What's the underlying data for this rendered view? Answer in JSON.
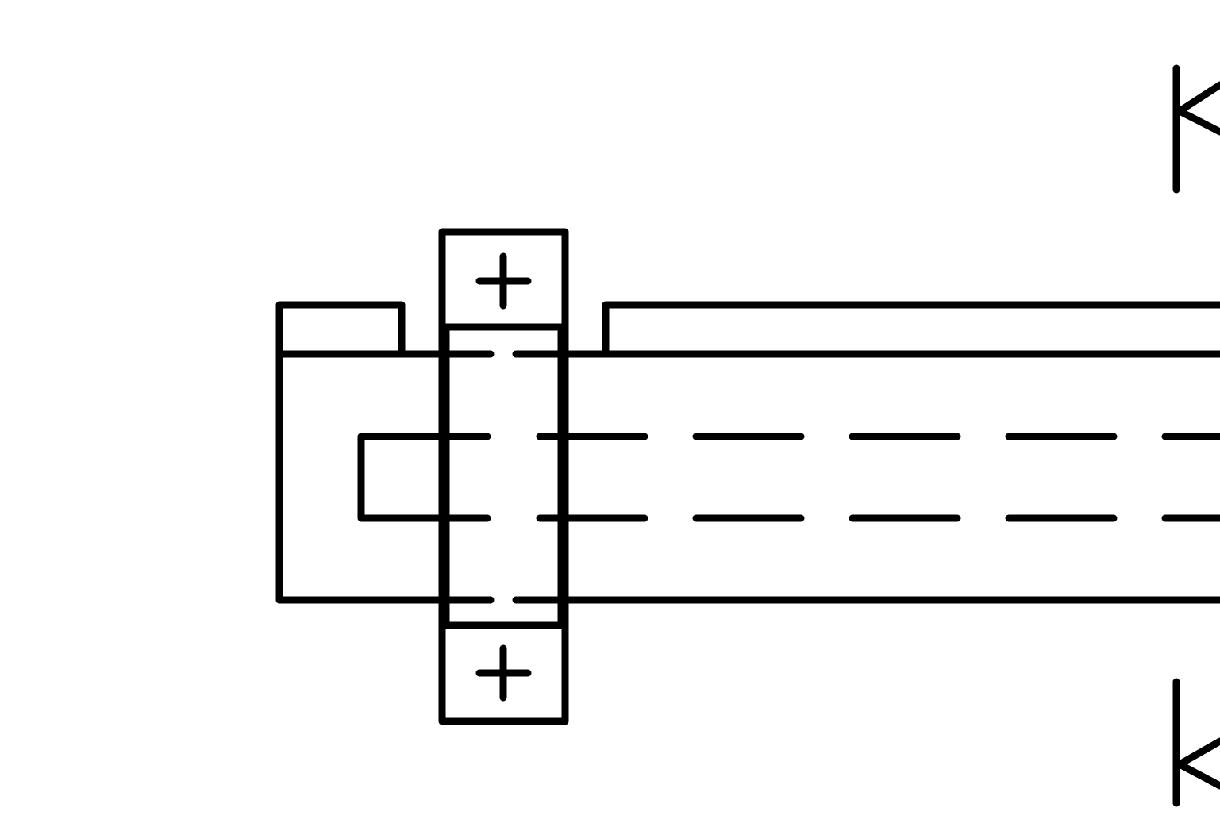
{
  "diagram": {
    "background_color": "#ffffff",
    "stroke_color": "#000000",
    "components": [
      "left-end-block",
      "left-top-tab",
      "top-mounting-screw",
      "bottom-mounting-screw",
      "mounting-bracket",
      "main-body",
      "right-top-rail",
      "hidden-inner-bore",
      "section-arrow-top",
      "section-arrow-bottom"
    ]
  }
}
